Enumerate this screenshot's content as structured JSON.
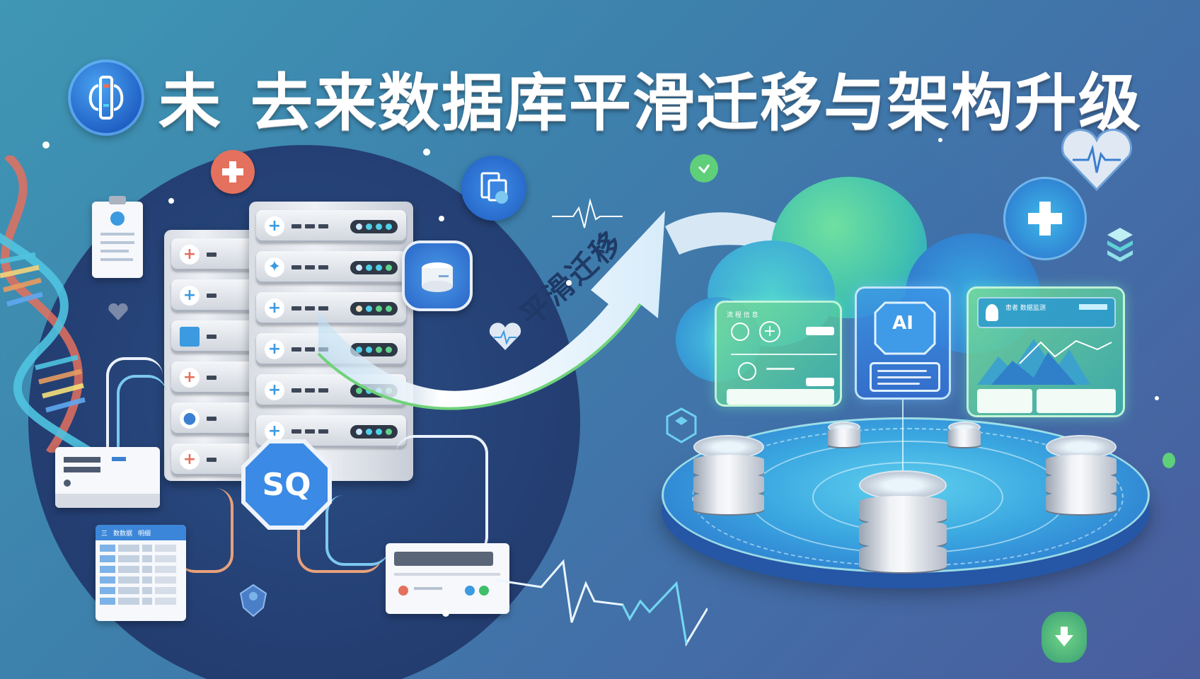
{
  "header": {
    "title_prefix": "未",
    "title_main": "去来数据库平滑迁移与架构升级",
    "logo_icon": "chip-shield-icon"
  },
  "left_section": {
    "theme": "legacy-database-servers",
    "rack_icons_left": [
      "plus-red",
      "plus-blue",
      "monitor",
      "plus-red",
      "user",
      "plus-red"
    ],
    "rack_icons_right": [
      "plus-blue",
      "leaf-blue",
      "plus-blue",
      "plus-blue",
      "plus-blue",
      "plus-blue"
    ],
    "sql_badge": "SQ",
    "table_card": {
      "header": [
        "三",
        "数数据",
        "明细"
      ],
      "rows": 6
    },
    "floating_icons": [
      "medical-cross-icon",
      "clipboard-icon",
      "documents-icon",
      "database-cylinder-icon",
      "heart-icon",
      "heart-pulse-icon",
      "shield-user-icon",
      "dna-icon"
    ]
  },
  "migration_arrow": {
    "label": "平滑迁移"
  },
  "right_section": {
    "theme": "cloud-distributed-database",
    "panels": [
      {
        "id": "workflow-panel",
        "header_text": "流 程 信 息"
      },
      {
        "id": "ai-panel",
        "label": "AI"
      },
      {
        "id": "dashboard-panel",
        "header_text": "患者 数据监测"
      }
    ],
    "floating_icons": [
      "heart-pulse-icon",
      "medical-cross-icon",
      "layers-icon",
      "check-icon",
      "cube-icon",
      "download-shield-icon"
    ]
  },
  "colors": {
    "background_start": "#3f97b4",
    "background_end": "#4a5d9e",
    "dark_circle": "#243f73",
    "accent_green": "#5fd38a",
    "accent_blue": "#2f7fd0",
    "accent_red": "#e4705e",
    "title_text": "#ffffff",
    "arrow_text": "#1f3a66"
  }
}
